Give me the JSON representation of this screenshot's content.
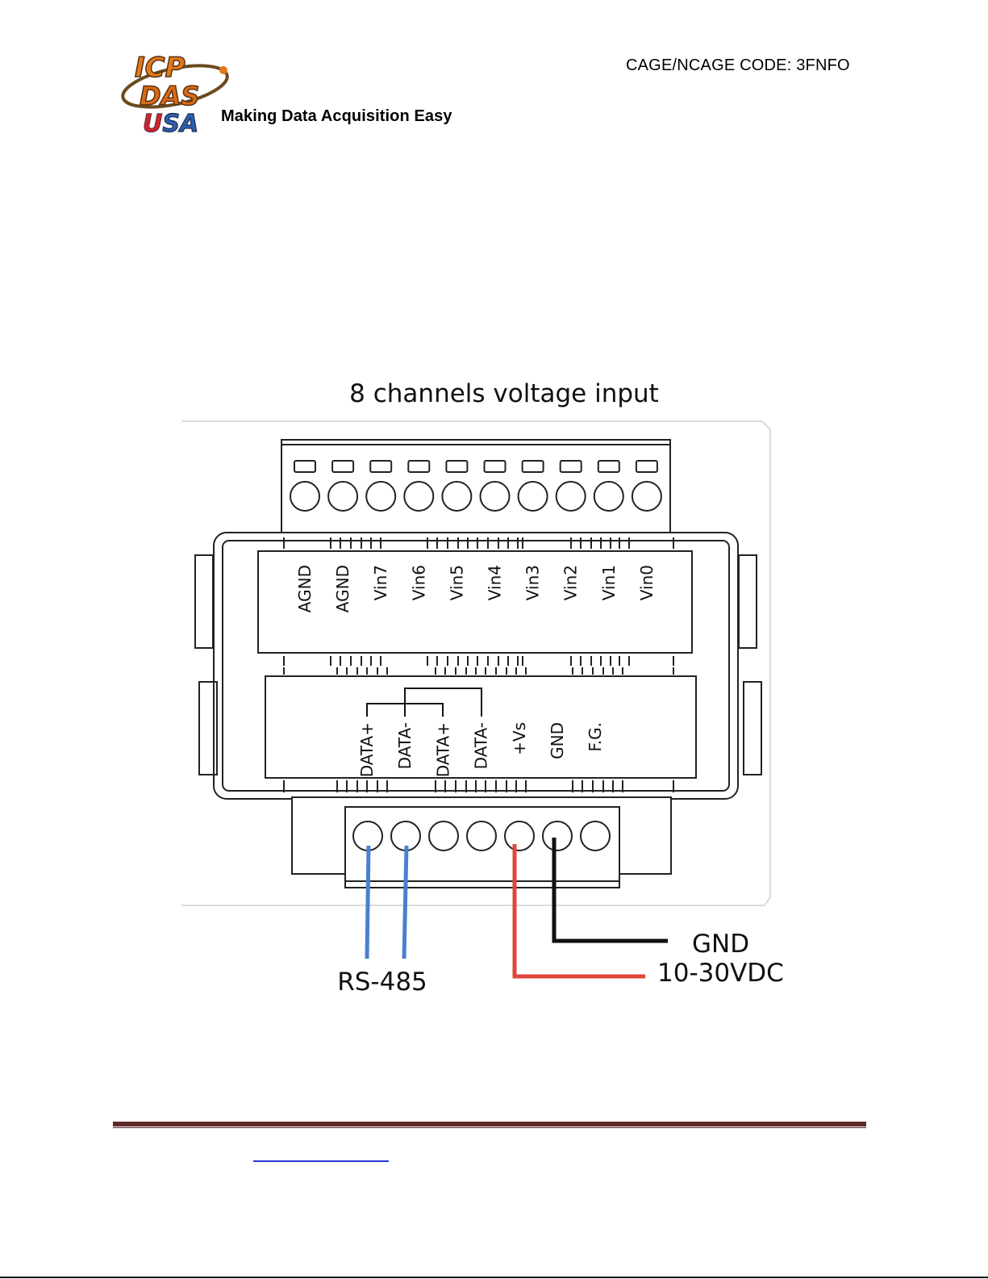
{
  "header": {
    "logo_text": [
      "ICP",
      "DAS",
      "USA"
    ],
    "tagline": "Making Data Acquisition Easy",
    "cage_code": "CAGE/NCAGE CODE: 3FNFO"
  },
  "diagram": {
    "title": "8 channels voltage input",
    "top_terminal_labels": [
      "AGND",
      "AGND",
      "Vin7",
      "Vin6",
      "Vin5",
      "Vin4",
      "Vin3",
      "Vin2",
      "Vin1",
      "Vin0"
    ],
    "bottom_terminal_labels": [
      "DATA+",
      "DATA-",
      "DATA+",
      "DATA-",
      "+Vs",
      "GND",
      "F.G."
    ],
    "callouts": {
      "rs485": "RS-485",
      "gnd": "GND",
      "power": "10-30VDC"
    },
    "wire_colors": {
      "rs485": "#4a7fd0",
      "power": "#e0453a",
      "gnd": "#111111"
    }
  },
  "footer": {
    "rule_color": "#5e2a2a",
    "link_color": "#2a33d8"
  }
}
